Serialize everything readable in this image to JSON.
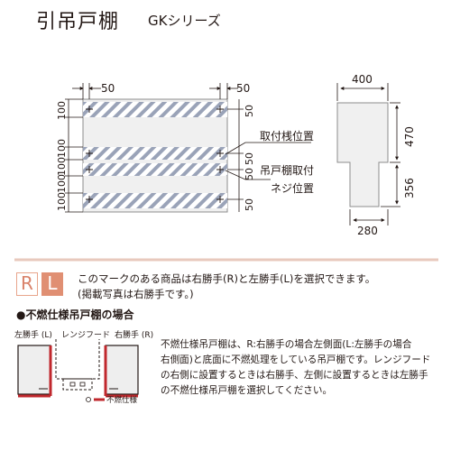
{
  "title": "引吊戸棚",
  "subtitle": "GKシリーズ",
  "front_view": {
    "dim_top_left": "50",
    "dim_top_right": "50",
    "dim_left_stack": [
      "100",
      "100",
      "100",
      "100",
      "100"
    ],
    "dim_right_stack": [
      "50",
      "50",
      "50",
      "50"
    ],
    "label_fixing_position": "取付桟位置",
    "label_mount_line1": "吊戸棚取付",
    "label_mount_line2": "ネジ位置"
  },
  "side_view": {
    "width_top": "400",
    "width_bottom": "280",
    "height_upper": "470",
    "height_lower": "356"
  },
  "mark_note": {
    "r_letter": "R",
    "l_letter": "L",
    "line1": "このマークのある商品は右勝手(R)と左勝手(L)を選択できます。",
    "line2": "(掲載写真は右勝手です。)"
  },
  "fireproof": {
    "heading": "不燃仕様吊戸棚の場合",
    "label_left": "左勝手 (L)",
    "label_hood": "レンジフード",
    "label_right": "右勝手 (R)",
    "legend": "不燃仕様",
    "paragraph": [
      "不燃仕様吊戸棚は、R:右勝手の場合左側面(L:左勝手の場合",
      "右側面)と底面に不燃処理をしている吊戸棚です。レンジフード",
      "の右側に設置するときは右勝手、左側に設置するときは左勝手",
      "の不燃仕様吊戸棚を選択してください。"
    ]
  },
  "colors": {
    "accent_mark": "#e08f73",
    "fireproof_red": "#c0282d",
    "hatch": "#9aa3b8",
    "panel_fill": "#f0f0f0"
  }
}
